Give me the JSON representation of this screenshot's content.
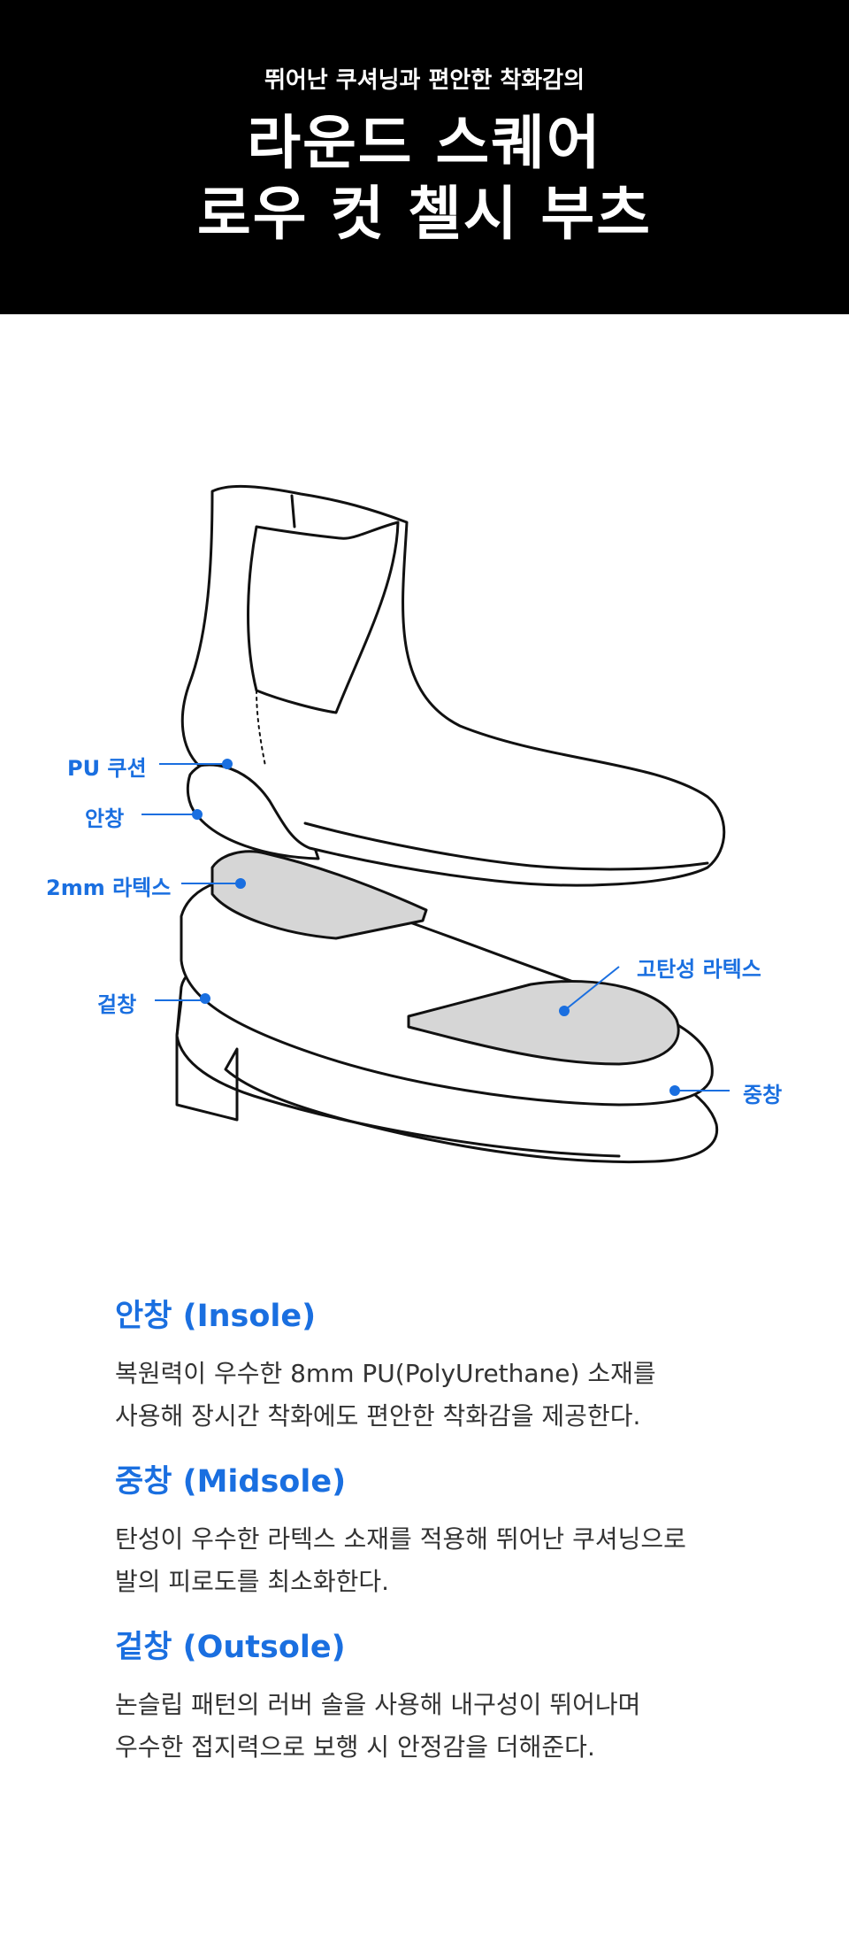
{
  "hero": {
    "kicker": "뛰어난 쿠셔닝과 편안한 착화감의",
    "title_line1": "라운드 스퀘어",
    "title_line2": "로우 컷 첼시 부츠"
  },
  "diagram": {
    "labels": {
      "pu_cushion": "PU 쿠션",
      "insole": "안창",
      "latex_2mm": "2mm 라텍스",
      "outsole": "겉창",
      "high_elastic_latex": "고탄성 라텍스",
      "midsole": "중창"
    },
    "colors": {
      "accent": "#1a6fe0",
      "latex_fill": "#d6d6d6",
      "outline": "#111111"
    }
  },
  "sections": [
    {
      "title": "안창 (Insole)",
      "line1": "복원력이 우수한 8mm PU(PolyUrethane) 소재를",
      "line2": "사용해 장시간 착화에도 편안한 착화감을 제공한다."
    },
    {
      "title": "중창 (Midsole)",
      "line1": "탄성이 우수한 라텍스 소재를 적용해 뛰어난 쿠셔닝으로",
      "line2": "발의 피로도를 최소화한다."
    },
    {
      "title": "겉창 (Outsole)",
      "line1": "논슬립 패턴의 러버 솔을 사용해 내구성이 뛰어나며",
      "line2": "우수한 접지력으로 보행 시 안정감을 더해준다."
    }
  ]
}
